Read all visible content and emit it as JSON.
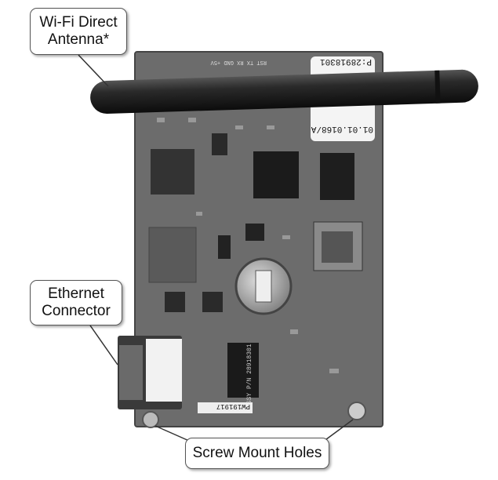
{
  "callouts": {
    "antenna": {
      "line1": "Wi-Fi Direct",
      "line2": "Antenna*"
    },
    "ethernet": {
      "line1": "Ethernet",
      "line2": "Connector"
    },
    "screws": {
      "label": "Screw Mount Holes"
    }
  },
  "board": {
    "part_number": "P:28918301",
    "firmware": "01.01.0168/A",
    "pins": [
      "+5V",
      "GND",
      "RX",
      "TX",
      "RST"
    ],
    "assy": "ASSY P/N 28918301",
    "serial": "PW191917"
  }
}
